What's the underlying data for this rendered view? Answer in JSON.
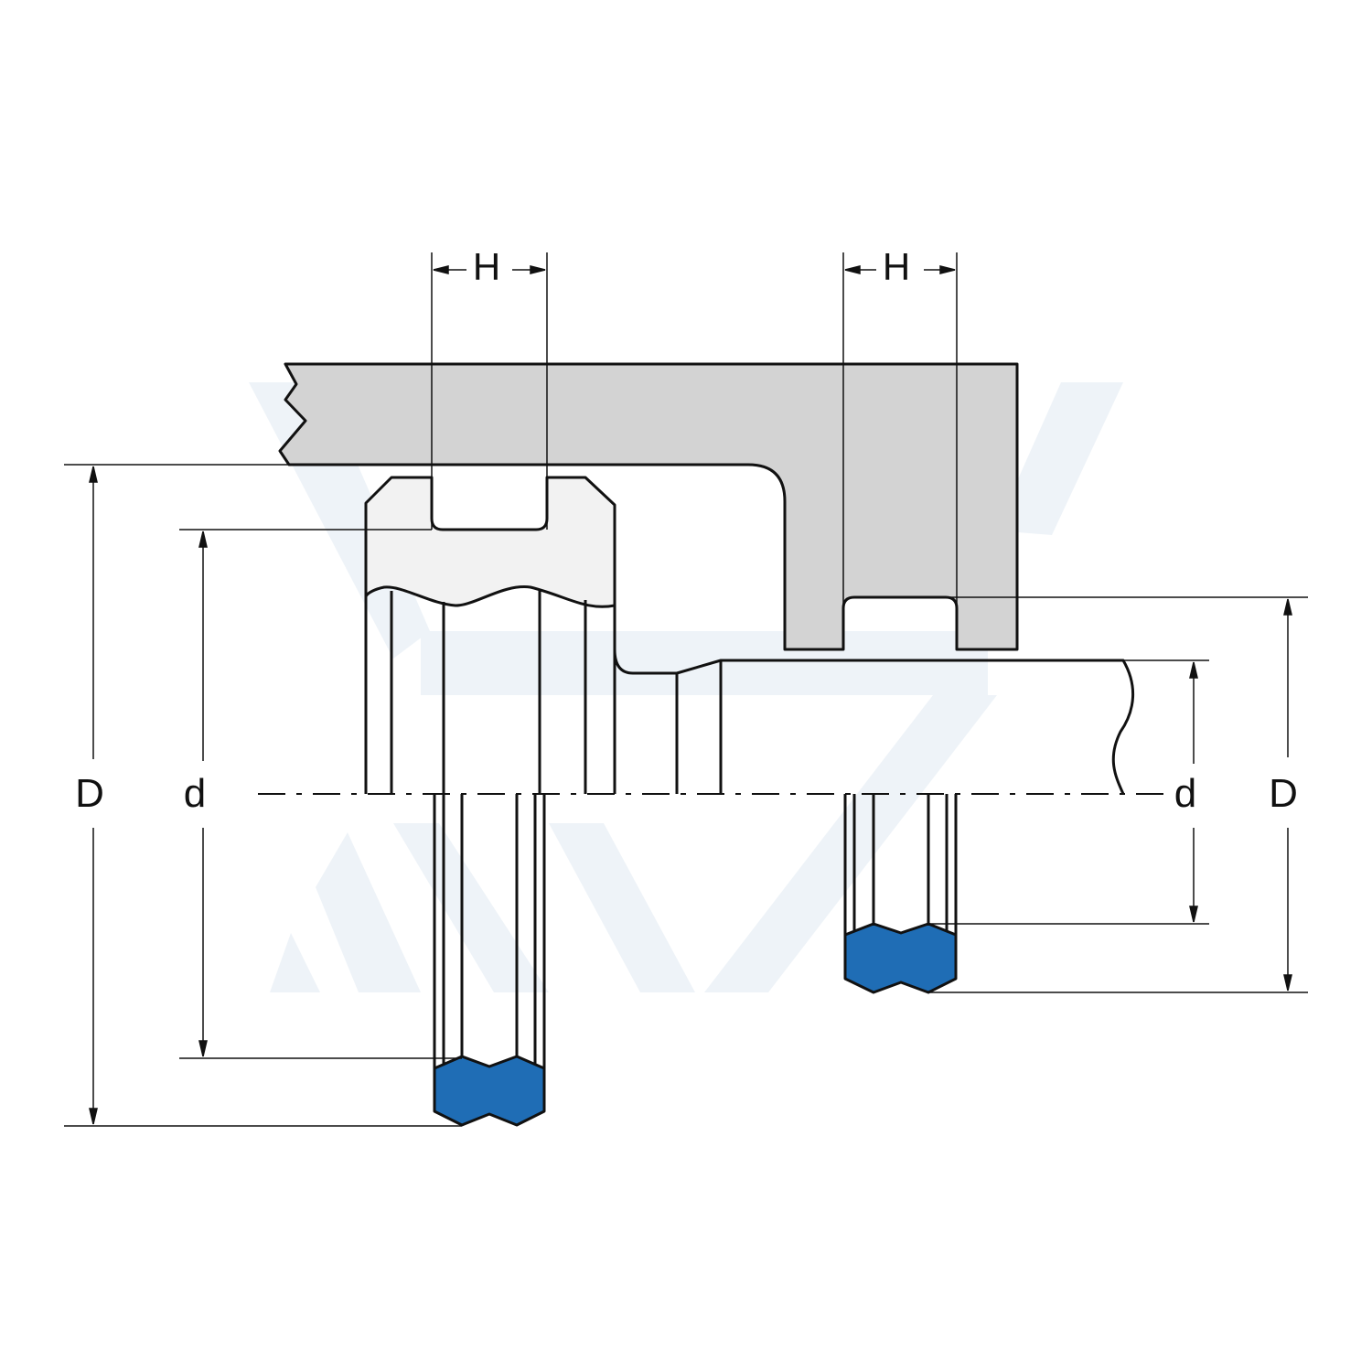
{
  "labels": {
    "left_groove_width": "H",
    "right_groove_width": "H",
    "left_outer_diameter": "D",
    "left_inner_diameter": "d",
    "right_inner_diameter": "d",
    "right_outer_diameter": "D"
  },
  "colors": {
    "housing_fill": "#d3d3d3",
    "ring_section_fill": "#f2f2f2",
    "seal_fill": "#1f6db5",
    "watermark": "#eef3f8",
    "line": "#111111"
  }
}
